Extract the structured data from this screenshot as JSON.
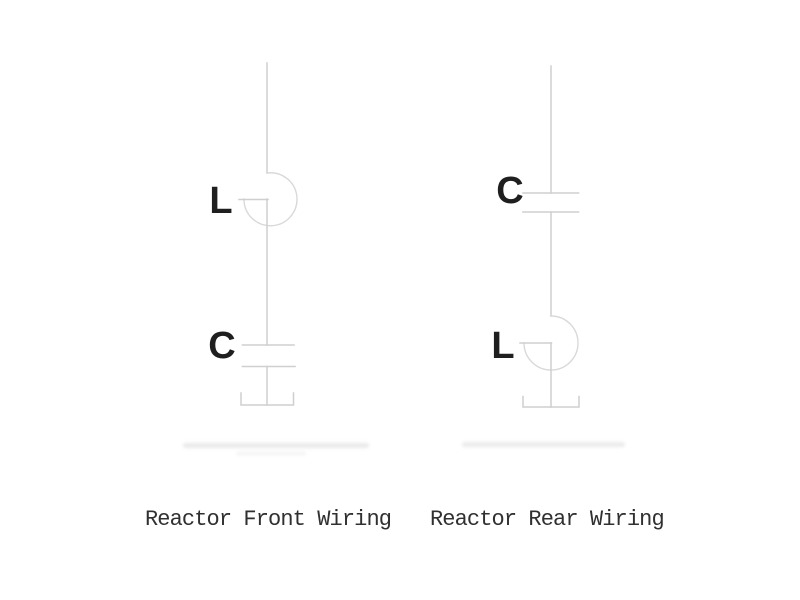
{
  "figures": [
    {
      "caption": "Reactor Front Wiring",
      "top_component": {
        "type": "inductor",
        "label": "L"
      },
      "bottom_component": {
        "type": "capacitor",
        "label": "C"
      }
    },
    {
      "caption": "Reactor Rear Wiring",
      "top_component": {
        "type": "capacitor",
        "label": "C"
      },
      "bottom_component": {
        "type": "inductor",
        "label": "L"
      }
    }
  ],
  "colors": {
    "background": "#ffffff",
    "wire": "#cfcfcf",
    "inductor_circle": "#d9d9d9",
    "component_label": "#1f1f1f",
    "caption_text": "#303030",
    "watermark": "#bdbdbd"
  }
}
